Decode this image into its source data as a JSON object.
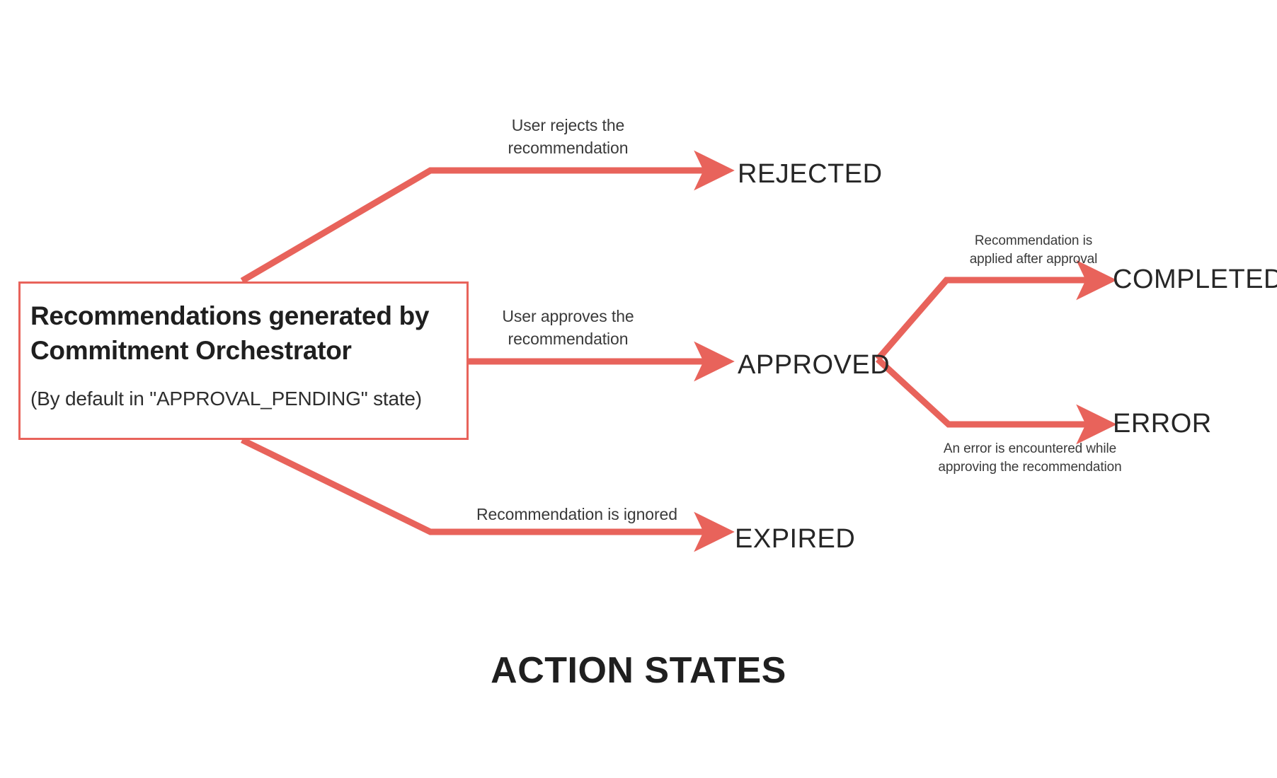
{
  "diagram": {
    "caption": "ACTION STATES",
    "accent_color": "#e8635b",
    "text_color": "#262626",
    "background": "#ffffff",
    "source_node": {
      "title": "Recommendations generated by Commitment Orchestrator",
      "subtitle": "(By default in \"APPROVAL_PENDING\" state)"
    },
    "states": {
      "rejected": "REJECTED",
      "approved": "APPROVED",
      "expired": "EXPIRED",
      "completed": "COMPLETED",
      "error": "ERROR"
    },
    "edges": {
      "to_rejected": "User rejects the\nrecommendation",
      "to_approved": "User approves the\nrecommendation",
      "to_expired": "Recommendation is ignored",
      "to_completed": "Recommendation is\napplied after approval",
      "to_error": "An error is encountered while\napproving the recommendation"
    }
  }
}
